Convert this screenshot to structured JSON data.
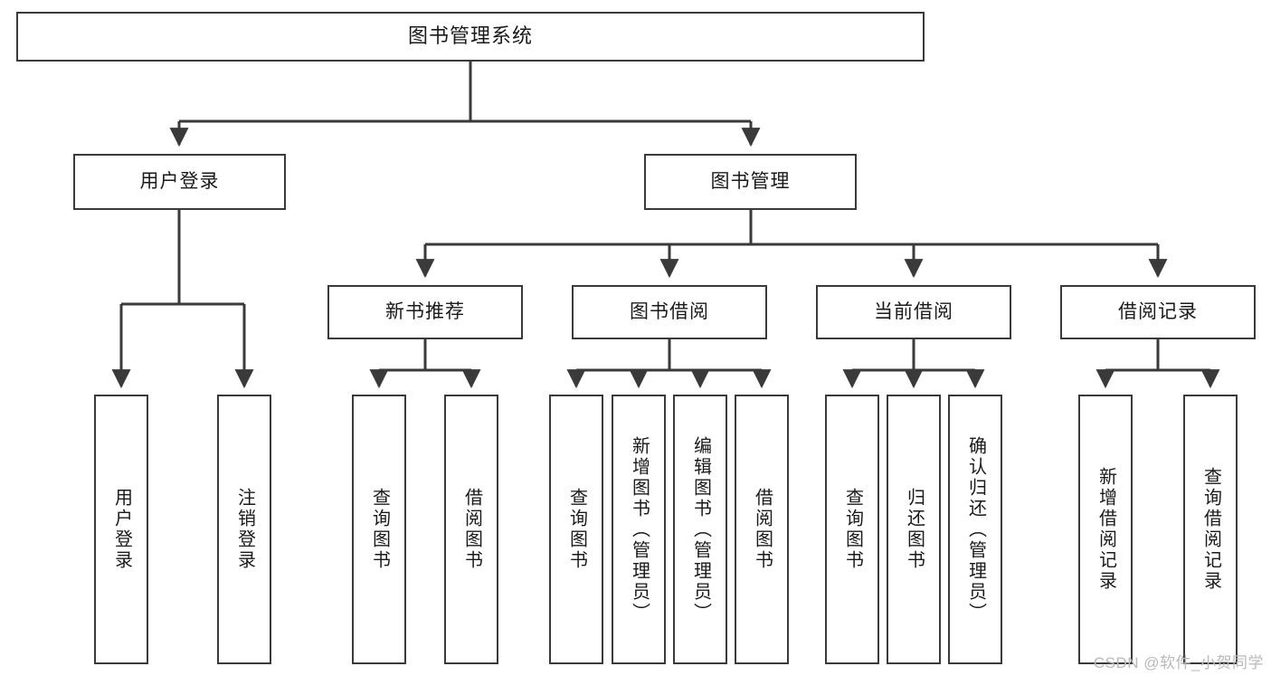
{
  "diagram": {
    "title": "图书管理系统",
    "type": "functional-structure-tree",
    "root": {
      "label": "图书管理系统"
    },
    "level2": [
      {
        "label": "用户登录"
      },
      {
        "label": "图书管理"
      }
    ],
    "level3": [
      {
        "label": "新书推荐"
      },
      {
        "label": "图书借阅"
      },
      {
        "label": "当前借阅"
      },
      {
        "label": "借阅记录"
      }
    ],
    "leaves": {
      "user_login": [
        {
          "label": "用户登录"
        },
        {
          "label": "注销登录"
        }
      ],
      "new_book_recommend": [
        {
          "label": "查询图书"
        },
        {
          "label": "借阅图书"
        }
      ],
      "book_borrow": [
        {
          "label": "查询图书"
        },
        {
          "label": "新增图书（管理员）"
        },
        {
          "label": "编辑图书（管理员）"
        },
        {
          "label": "借阅图书"
        }
      ],
      "current_borrow": [
        {
          "label": "查询图书"
        },
        {
          "label": "归还图书"
        },
        {
          "label": "确认归还（管理员）"
        }
      ],
      "borrow_record": [
        {
          "label": "新增借阅记录"
        },
        {
          "label": "查询借阅记录"
        }
      ]
    }
  },
  "watermark": {
    "text": "CSDN @软件_小贺同学"
  },
  "colors": {
    "stroke": "#3a3a3a",
    "fill": "#ffffff",
    "text": "#1a1a1a",
    "watermark": "#b9b9b9"
  }
}
